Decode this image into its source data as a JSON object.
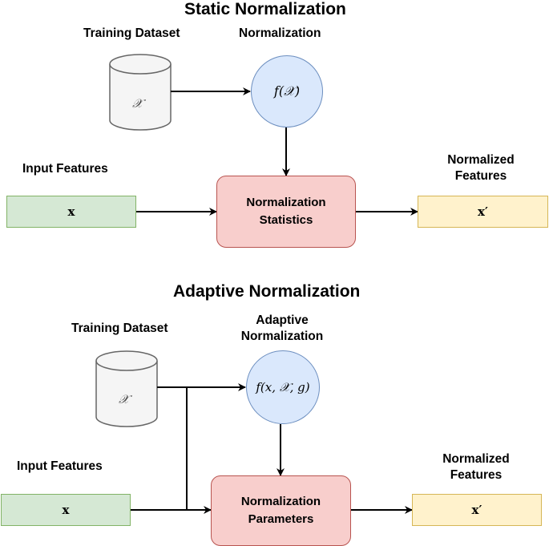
{
  "static": {
    "title": "Static Normalization",
    "training_dataset_label": "Training Dataset",
    "dataset_symbol": "𝒳",
    "normalization_label": "Normalization",
    "function_text": "f(𝒳)",
    "input_features_label": "Input Features",
    "input_symbol": "x",
    "stats_line1": "Normalization",
    "stats_line2": "Statistics",
    "normalized_features_line1": "Normalized",
    "normalized_features_line2": "Features",
    "output_symbol": "x′"
  },
  "adaptive": {
    "title": "Adaptive Normalization",
    "training_dataset_label": "Training Dataset",
    "dataset_symbol": "𝒳",
    "normalization_line1": "Adaptive",
    "normalization_line2": "Normalization",
    "function_text": "f(x, 𝒳, g)",
    "input_features_label": "Input Features",
    "input_symbol": "x",
    "params_line1": "Normalization",
    "params_line2": "Parameters",
    "normalized_features_line1": "Normalized",
    "normalized_features_line2": "Features",
    "output_symbol": "x′"
  },
  "colors": {
    "input_fill": "#d5e8d4",
    "input_stroke": "#82b366",
    "output_fill": "#fff2cc",
    "output_stroke": "#d6b656",
    "process_fill": "#f8cecc",
    "process_stroke": "#b85450",
    "function_fill": "#dae8fc",
    "function_stroke": "#6c8ebf",
    "dataset_fill": "#f5f5f5",
    "dataset_stroke": "#666666"
  }
}
